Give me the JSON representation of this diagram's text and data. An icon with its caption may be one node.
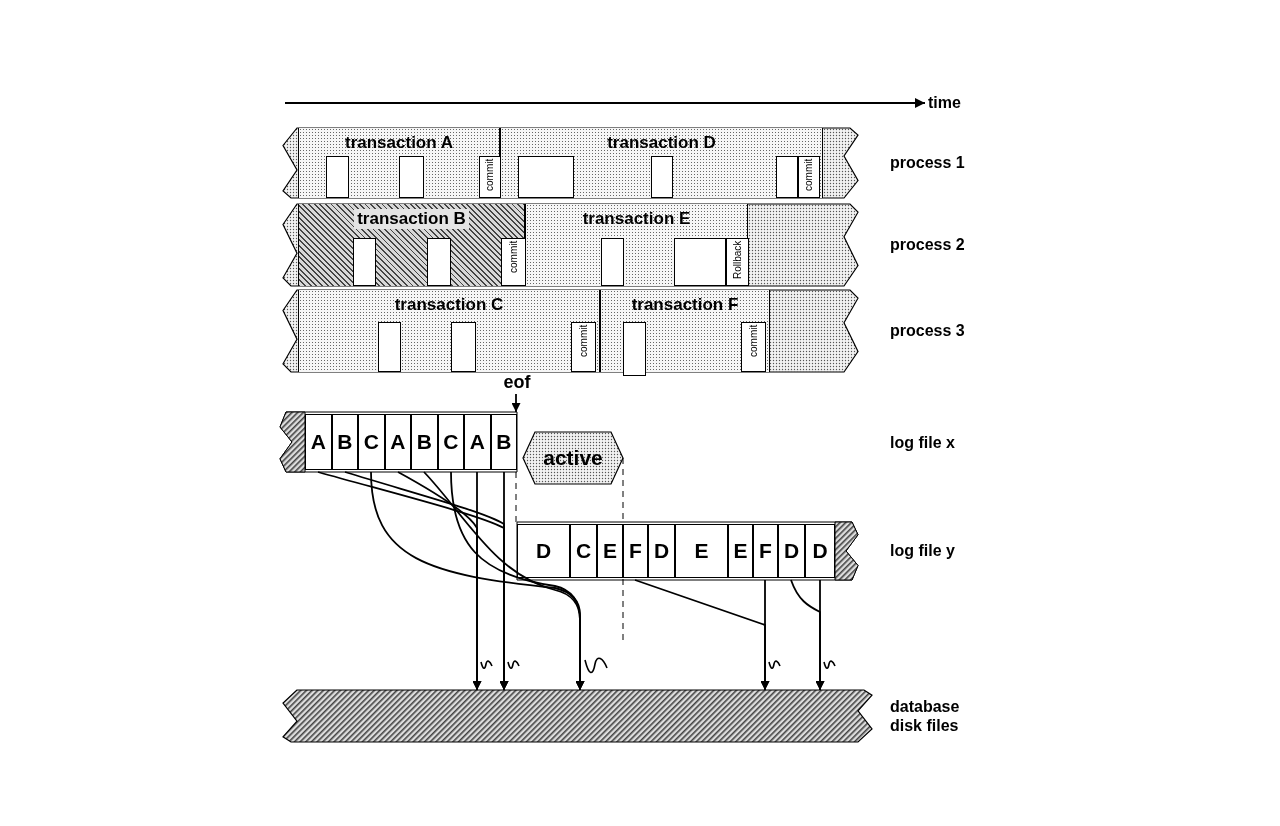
{
  "diagram": {
    "nodes": [
      {
        "text": [],
        "shape": "band",
        "beside": [
          "process 1"
        ]
      },
      {
        "text": [
          "transaction A"
        ],
        "in": 0
      },
      {
        "text": [],
        "shape": "box",
        "in": 1
      },
      {
        "text": [],
        "shape": "box",
        "in": 1
      },
      {
        "text": [
          "commit"
        ],
        "in": 1
      },
      {
        "text": [
          "transaction D"
        ],
        "in": 0
      },
      {
        "text": [],
        "shape": "box",
        "in": 5
      },
      {
        "text": [],
        "shape": "box",
        "in": 5
      },
      {
        "text": [],
        "shape": "box",
        "in": 5
      },
      {
        "text": [
          "commit"
        ],
        "in": 5
      },
      {
        "text": [],
        "shape": "band",
        "beside": [
          "process 2"
        ]
      },
      {
        "text": [
          "transaction B"
        ],
        "in": 10
      },
      {
        "text": [],
        "shape": "box",
        "in": 11
      },
      {
        "text": [],
        "shape": "box",
        "in": 11
      },
      {
        "text": [
          "commit"
        ],
        "in": 11
      },
      {
        "text": [
          "transaction E"
        ],
        "in": 10
      },
      {
        "text": [],
        "shape": "box",
        "in": 15
      },
      {
        "text": [],
        "shape": "box",
        "in": 15
      },
      {
        "text": [
          "Rollback"
        ],
        "in": 15
      },
      {
        "text": [],
        "shape": "band",
        "beside": [
          "process 3"
        ]
      },
      {
        "text": [
          "transaction C"
        ],
        "in": 19
      },
      {
        "text": [],
        "shape": "box",
        "in": 20
      },
      {
        "text": [],
        "shape": "box",
        "in": 20
      },
      {
        "text": [
          "commit"
        ],
        "in": 20
      },
      {
        "text": [
          "transaction F"
        ],
        "in": 19
      },
      {
        "text": [],
        "shape": "box",
        "in": 24
      },
      {
        "text": [
          "commit"
        ],
        "in": 24
      },
      {
        "text": [
          "eof"
        ]
      },
      {
        "text": [],
        "shape": "band"
      },
      {
        "text": [
          "A"
        ],
        "in": 28
      },
      {
        "text": [
          "B"
        ],
        "in": 28
      },
      {
        "text": [
          "C"
        ],
        "in": 28
      },
      {
        "text": [
          "A"
        ],
        "in": 28
      },
      {
        "text": [
          "B"
        ],
        "in": 28
      },
      {
        "text": [
          "C"
        ],
        "in": 28
      },
      {
        "text": [
          "A"
        ],
        "in": 28
      },
      {
        "text": [
          "B"
        ],
        "in": 28
      },
      {
        "text": [
          "active"
        ]
      },
      {
        "text": [],
        "shape": "band",
        "beside": [
          "log file y"
        ]
      },
      {
        "text": [
          "D"
        ],
        "in": 38
      },
      {
        "text": [
          "C"
        ],
        "in": 38
      },
      {
        "text": [
          "E"
        ],
        "in": 38
      },
      {
        "text": [
          "F"
        ],
        "in": 38
      },
      {
        "text": [
          "D"
        ],
        "in": 38
      },
      {
        "text": [
          "E"
        ],
        "in": 38
      },
      {
        "text": [
          "E"
        ],
        "in": 38
      },
      {
        "text": [
          "F"
        ],
        "in": 38
      },
      {
        "text": [
          "D"
        ],
        "in": 38
      },
      {
        "text": [
          "D"
        ],
        "in": 38
      },
      {
        "text": [],
        "shape": "band",
        "beside": [
          "database disk files"
        ]
      }
    ],
    "edges": [
      {
        "from": 27,
        "to": 28,
        "arrow": "to"
      },
      {
        "from": 28,
        "to": 38,
        "arrow": "none",
        "style": "dashed"
      },
      {
        "from": 37,
        "to": null,
        "arrow": "none",
        "style": "dashed"
      },
      {
        "from": 29,
        "to": 49,
        "arrow": "to"
      },
      {
        "from": 30,
        "to": 49,
        "arrow": "to"
      },
      {
        "from": 31,
        "to": 49,
        "arrow": "to"
      },
      {
        "from": 32,
        "to": 49,
        "arrow": "to"
      },
      {
        "from": 33,
        "to": 49,
        "arrow": "to"
      },
      {
        "from": 34,
        "to": 49,
        "arrow": "to"
      },
      {
        "from": 35,
        "to": 49,
        "arrow": "to"
      },
      {
        "from": 36,
        "to": 49,
        "arrow": "to"
      },
      {
        "from": 42,
        "to": 49,
        "arrow": "to"
      },
      {
        "from": 46,
        "to": 49,
        "arrow": "to"
      },
      {
        "from": 47,
        "to": 49,
        "arrow": "to"
      },
      {
        "from": 48,
        "to": 49,
        "arrow": "to"
      }
    ],
    "labels": [
      "time",
      "log file x"
    ]
  }
}
